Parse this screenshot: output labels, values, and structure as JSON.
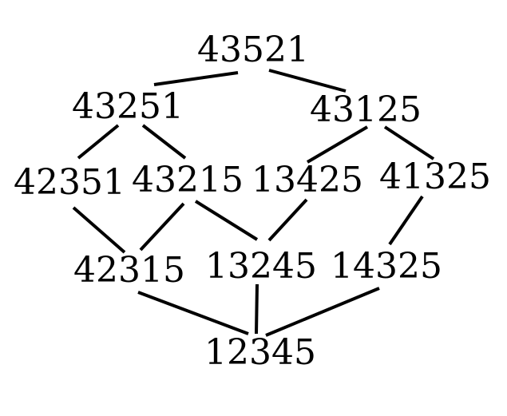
{
  "nodes": {
    "n43521": "43521",
    "n43251": "43251",
    "n43125": "43125",
    "n42351": "42351",
    "n43215": "43215",
    "n13425": "13425",
    "n41325": "41325",
    "n42315": "42315",
    "n13245": "13245",
    "n14325": "14325",
    "n12345": "12345"
  },
  "edges": [
    [
      "43521",
      "43251"
    ],
    [
      "43521",
      "43125"
    ],
    [
      "43251",
      "42351"
    ],
    [
      "43251",
      "43215"
    ],
    [
      "43125",
      "13425"
    ],
    [
      "43125",
      "41325"
    ],
    [
      "42351",
      "42315"
    ],
    [
      "43215",
      "42315"
    ],
    [
      "43215",
      "13245"
    ],
    [
      "13425",
      "13245"
    ],
    [
      "41325",
      "14325"
    ],
    [
      "42315",
      "12345"
    ],
    [
      "13245",
      "12345"
    ],
    [
      "14325",
      "12345"
    ]
  ]
}
